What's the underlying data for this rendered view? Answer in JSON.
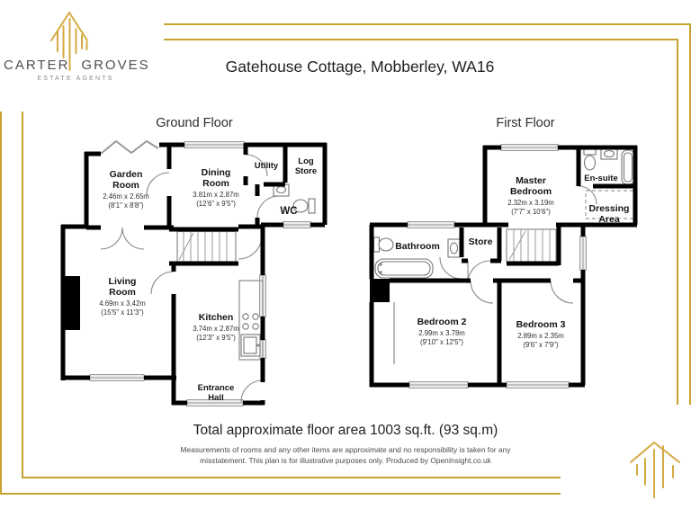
{
  "brand": {
    "name_left": "CARTER",
    "name_right": "GROVES",
    "tagline": "ESTATE AGENTS"
  },
  "header": {
    "title": "Gatehouse Cottage, Mobberley, WA16"
  },
  "ground_floor": {
    "label": "Ground Floor",
    "rooms": {
      "garden": {
        "line1": "Garden",
        "line2": "Room",
        "metric": "2.46m x 2.65m",
        "imperial": "(8'1\" x 8'8\")"
      },
      "dining": {
        "line1": "Dining",
        "line2": "Room",
        "metric": "3.81m x 2.87m",
        "imperial": "(12'6\" x 9'5\")"
      },
      "utility": {
        "line1": "Utility"
      },
      "log_store": {
        "line1": "Log",
        "line2": "Store"
      },
      "wc": {
        "line1": "WC"
      },
      "living": {
        "line1": "Living",
        "line2": "Room",
        "metric": "4.69m x 3.42m",
        "imperial": "(15'5\" x 11'3\")"
      },
      "kitchen": {
        "line1": "Kitchen",
        "metric": "3.74m x 2.87m",
        "imperial": "(12'3\" x 9'5\")"
      },
      "entrance": {
        "line1": "Entrance",
        "line2": "Hall"
      }
    }
  },
  "first_floor": {
    "label": "First Floor",
    "rooms": {
      "master": {
        "line1": "Master",
        "line2": "Bedroom",
        "metric": "2.32m x 3.19m",
        "imperial": "(7'7\" x 10'6\")"
      },
      "ensuite": {
        "line1": "En-suite"
      },
      "dressing": {
        "line1": "Dressing",
        "line2": "Area"
      },
      "bathroom": {
        "line1": "Bathroom"
      },
      "store": {
        "line1": "Store"
      },
      "bedroom2": {
        "line1": "Bedroom 2",
        "metric": "2.99m x 3.78m",
        "imperial": "(9'10\" x 12'5\")"
      },
      "bedroom3": {
        "line1": "Bedroom 3",
        "metric": "2.89m x 2.35m",
        "imperial": "(9'6\" x 7'9\")"
      }
    }
  },
  "footer": {
    "total_area": "Total approximate floor area 1003 sq.ft. (93 sq.m)",
    "disclaimer_line1": "Measurements of rooms and any other items are approximate and no responsibility is taken for any",
    "disclaimer_line2": "misstatement. This plan is for illustrative purposes only. Produced by OpenInsight.co.uk"
  },
  "colors": {
    "gold": "#c6a22e",
    "wall": "#000000"
  }
}
